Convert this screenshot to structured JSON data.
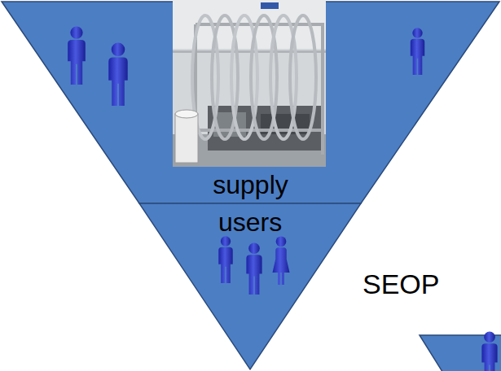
{
  "diagram": {
    "nodes": [
      {
        "text": [
          "supply"
        ]
      },
      {
        "text": [
          "users"
        ]
      }
    ],
    "labels": [
      "SEOP"
    ]
  }
}
